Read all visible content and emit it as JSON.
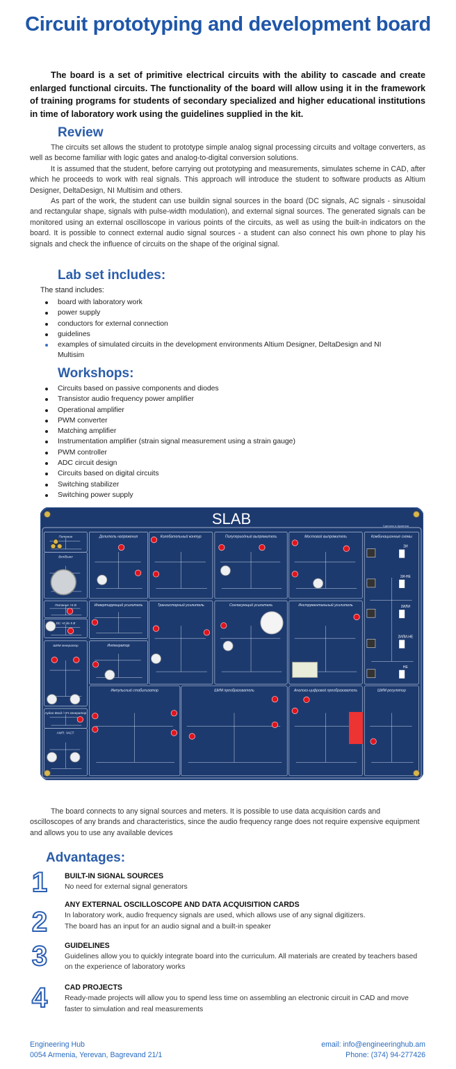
{
  "title": "Circuit prototyping and development board",
  "intro": "The board is a set of primitive electrical circuits with the ability to cascade and create enlarged functional circuits. The functionality of the board will allow using it in the framework of training programs for students of secondary specialized and higher educational institutions in time of laboratory work using the guidelines supplied in the kit.",
  "review": {
    "heading": "Review",
    "paragraphs": [
      "The circuits set allows the student to prototype simple analog signal processing circuits and voltage converters, as well as become familiar with logic gates and analog-to-digital conversion solutions.",
      "It is assumed that the student, before carrying out prototyping and measurements, simulates scheme in CAD, after which he proceeds to work with real signals. This approach will introduce the student to software products as Altium Designer, DeltaDesign, NI Multisim and others.",
      "As part of the work, the student can use buildin signal sources in the board (DC signals, AC signals - sinusoidal and rectangular shape, signals with pulse-width modulation), and external signal sources. The generated signals can be monitored using an external oscilloscope in various points of the circuits, as well as using the built-in indicators on the board. It is possible to connect external audio signal sources - a student can also connect his own phone to play his signals and check the influence of circuits on the shape of the original signal."
    ]
  },
  "labset": {
    "heading": "Lab set includes:",
    "intro": "The stand includes:",
    "items": [
      "board with laboratory work",
      "power supply",
      "conductors for external connection",
      "guidelines",
      "examples of simulated circuits in the development environments Altium Designer, DeltaDesign and NI Multisim"
    ]
  },
  "workshops": {
    "heading": "Workshops:",
    "items": [
      "Circuits based on passive components and diodes",
      "Transistor audio frequency power amplifier",
      "Operational amplifier",
      "PWM converter",
      "Matching amplifier",
      "Instrumentation amplifier (strain signal measurement using a strain gauge)",
      "PWM controller",
      "ADC circuit design",
      "Circuits based on digital circuits",
      "Switching stabilizer",
      "Switching power supply"
    ]
  },
  "board": {
    "logo": "SLAB",
    "made_in": "Сделано в Армении",
    "colors": {
      "pcb": "#1d3a6e",
      "line": "#c9d6ea",
      "testpoint": "#e0141e"
    },
    "panels": [
      "Питание",
      "Вкл/Выкл",
      "Питание +5 В",
      "DC +0 до 5 В",
      "ШИМ генератор",
      "Аудио Вход / НЧ генератор",
      "АМП.   ЧАСТ.",
      "Делитель напряжения",
      "Инвертирующий усилитель",
      "Интегратор",
      "Колебательный контур",
      "Транзисторный усилитель",
      "Полупериодный выпрямитель",
      "Согласующий усилитель",
      "Мостовой выпрямитель",
      "Инструментальный усилитель",
      "Комбинационные схемы",
      "Импульсный стабилизатор",
      "ШИМ преобразователь",
      "Аналого-цифровой преобразователь",
      "ШИМ регулятор"
    ],
    "gates": [
      "2И",
      "2И-НЕ",
      "2ИЛИ",
      "2ИЛИ-НЕ",
      "НЕ"
    ]
  },
  "connect_text": "The board connects to any signal sources and meters. It is possible to use data acquisition cards and oscilloscopes of any brands and characteristics, since the audio frequency range does not require expensive equipment and allows you to use any available devices",
  "advantages": {
    "heading": "Advantages:",
    "items": [
      {
        "num": "1",
        "title": "BUILT-IN SIGNAL SOURCES",
        "lines": [
          "No need for external signal generators"
        ]
      },
      {
        "num": "2",
        "title": "ANY EXTERNAL OSCILLOSCOPE AND DATA ACQUISITION CARDS",
        "lines": [
          "In laboratory work, audio frequency signals are used, which allows use of any signal digitizers.",
          "The board has an input for an audio signal and a built-in speaker"
        ]
      },
      {
        "num": "3",
        "title": "GUIDELINES",
        "lines": [
          "Guidelines allow you to quickly integrate board into the curriculum. All materials are created by teachers based on the experience of laboratory works"
        ]
      },
      {
        "num": "4",
        "title": "CAD PROJECTS",
        "lines": [
          "Ready-made projects will allow you to spend less time on assembling an electronic circuit in CAD and move faster to simulation and real measurements"
        ]
      }
    ]
  },
  "footer": {
    "company": "Engineering Hub",
    "address": "0054 Armenia, Yerevan, Bagrevand 21/1",
    "email": "email: info@engineeringhub.am",
    "phone": "Phone: (374) 94-277426"
  }
}
